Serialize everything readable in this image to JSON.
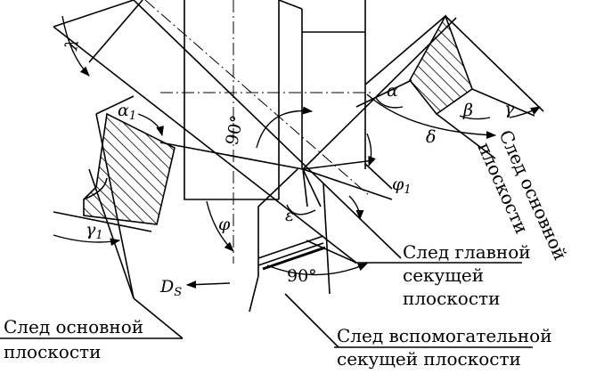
{
  "labels": {
    "main_plane_trace_1": "След основной",
    "main_plane_trace_2": "плоскости",
    "principal_cutting_plane_1": "След главной",
    "principal_cutting_plane_2": "секущей",
    "principal_cutting_plane_3": "плоскости",
    "auxiliary_cutting_plane_1": "След вспомогательной",
    "auxiliary_cutting_plane_2": "секущей плоскости",
    "right_plane_trace_1": "След основной",
    "right_plane_trace_2": "плоскости"
  },
  "angles": {
    "lambda": "λ",
    "alpha1": "α",
    "alpha1_sub": "1",
    "gamma1": "γ",
    "gamma1_sub": "1",
    "phi": "φ",
    "phi1": "φ",
    "phi1_sub": "1",
    "epsilon": "ε",
    "alpha": "α",
    "beta": "β",
    "gamma": "γ",
    "delta": "δ",
    "right_angle_top": "90°",
    "right_angle_bottom": "90°"
  },
  "feed": {
    "symbol": "D",
    "sub": "S"
  }
}
